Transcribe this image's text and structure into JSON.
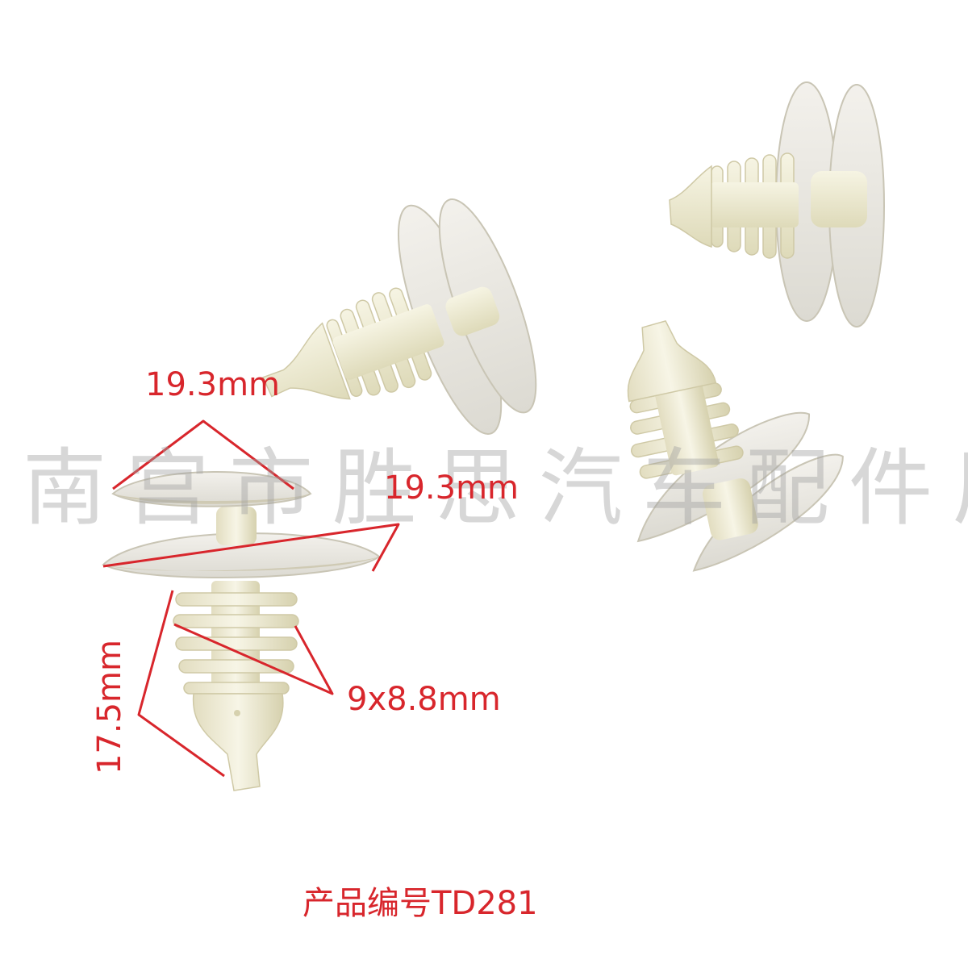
{
  "watermark": "南宫市胜思汽车配件厂",
  "dimensions": {
    "top_head": "19.3mm",
    "lower_flange": "19.3mm",
    "stem": "9x8.8mm",
    "length": "17.5mm"
  },
  "caption": "产品编号TD281",
  "colors": {
    "annotation": "#d8262c",
    "plastic": "#efecd4",
    "plastic_shadow": "#d9d5b4",
    "watermark": "#a0a0a0"
  }
}
